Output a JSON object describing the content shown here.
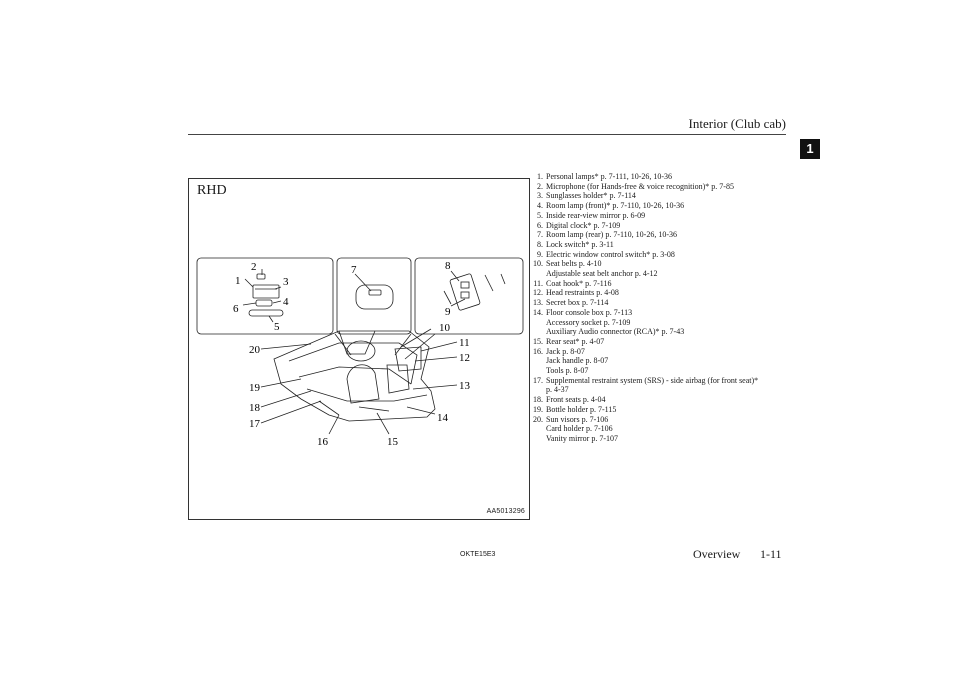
{
  "header": {
    "title": "Interior (Club cab)",
    "section_tab": "1"
  },
  "figure": {
    "label": "RHD",
    "code": "AA5013296",
    "callouts": [
      "1",
      "2",
      "3",
      "4",
      "5",
      "6",
      "7",
      "8",
      "9",
      "10",
      "11",
      "12",
      "13",
      "14",
      "15",
      "16",
      "17",
      "18",
      "19",
      "20"
    ]
  },
  "items": [
    {
      "num": "1.",
      "text": "Personal lamps* p. 7-111, 10-26, 10-36",
      "sub": []
    },
    {
      "num": "2.",
      "text": "Microphone (for Hands-free & voice recognition)* p. 7-85",
      "sub": []
    },
    {
      "num": "3.",
      "text": "Sunglasses holder* p. 7-114",
      "sub": []
    },
    {
      "num": "4.",
      "text": "Room lamp (front)* p. 7-110, 10-26, 10-36",
      "sub": []
    },
    {
      "num": "5.",
      "text": "Inside rear-view mirror p. 6-09",
      "sub": []
    },
    {
      "num": "6.",
      "text": "Digital clock* p. 7-109",
      "sub": []
    },
    {
      "num": "7.",
      "text": "Room lamp (rear) p. 7-110, 10-26, 10-36",
      "sub": []
    },
    {
      "num": "8.",
      "text": "Lock switch* p. 3-11",
      "sub": []
    },
    {
      "num": "9.",
      "text": "Electric window control switch* p. 3-08",
      "sub": []
    },
    {
      "num": "10.",
      "text": "Seat belts p. 4-10",
      "sub": [
        "Adjustable seat belt anchor p. 4-12"
      ]
    },
    {
      "num": "11.",
      "text": "Coat hook* p. 7-116",
      "sub": []
    },
    {
      "num": "12.",
      "text": "Head restraints p. 4-08",
      "sub": []
    },
    {
      "num": "13.",
      "text": "Secret box p. 7-114",
      "sub": []
    },
    {
      "num": "14.",
      "text": "Floor console box p. 7-113",
      "sub": [
        "Accessory socket p. 7-109",
        "Auxiliary Audio connector (RCA)* p. 7-43"
      ]
    },
    {
      "num": "15.",
      "text": "Rear seat* p. 4-07",
      "sub": []
    },
    {
      "num": "16.",
      "text": "Jack p. 8-07",
      "sub": [
        "Jack handle p. 8-07",
        "Tools p. 8-07"
      ]
    },
    {
      "num": "17.",
      "text": "Supplemental restraint system (SRS) - side airbag (for front seat)*",
      "sub": [
        "p. 4-37"
      ]
    },
    {
      "num": "18.",
      "text": "Front seats p. 4-04",
      "sub": []
    },
    {
      "num": "19.",
      "text": "Bottle holder p. 7-115",
      "sub": []
    },
    {
      "num": "20.",
      "text": "Sun visors p. 7-106",
      "sub": [
        "Card holder p. 7-106",
        "Vanity mirror p. 7-107"
      ]
    }
  ],
  "footer": {
    "code": "OKTE15E3",
    "section": "Overview",
    "page": "1-11"
  }
}
